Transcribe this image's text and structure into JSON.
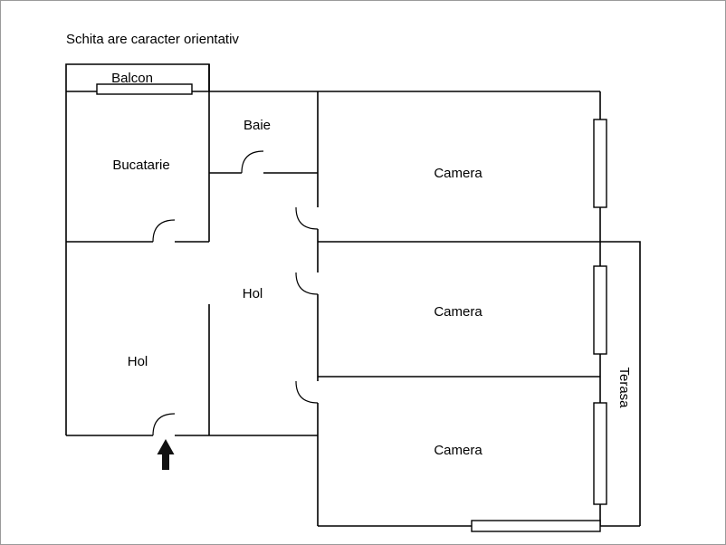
{
  "title": "Schita are caracter orientativ",
  "rooms": {
    "balcon": "Balcon",
    "bucatarie": "Bucatarie",
    "baie": "Baie",
    "hol_center": "Hol",
    "hol_left": "Hol",
    "camera_top": "Camera",
    "camera_middle": "Camera",
    "camera_bottom": "Camera",
    "terasa": "Terasa"
  },
  "icons": {
    "entrance_arrow": "up-arrow-entrance-marker"
  },
  "colors": {
    "line": "#000000",
    "background": "#ffffff",
    "frame_border": "#9a9a9a"
  }
}
